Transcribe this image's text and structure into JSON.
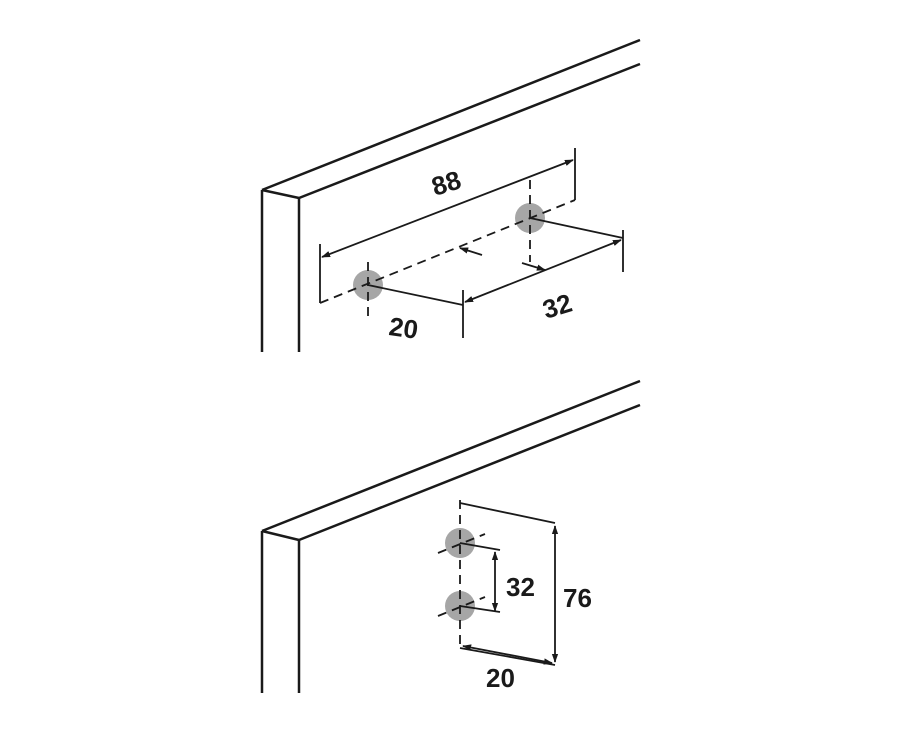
{
  "top_diagram": {
    "dimension_overall": "88",
    "dimension_spacing": "32",
    "dimension_edge_offset": "20"
  },
  "bottom_diagram": {
    "dimension_spacing": "32",
    "dimension_overall": "76",
    "dimension_edge_offset": "20"
  },
  "colors": {
    "line": "#1a1a1a",
    "hole": "#a6a6a6",
    "background": "#ffffff"
  }
}
